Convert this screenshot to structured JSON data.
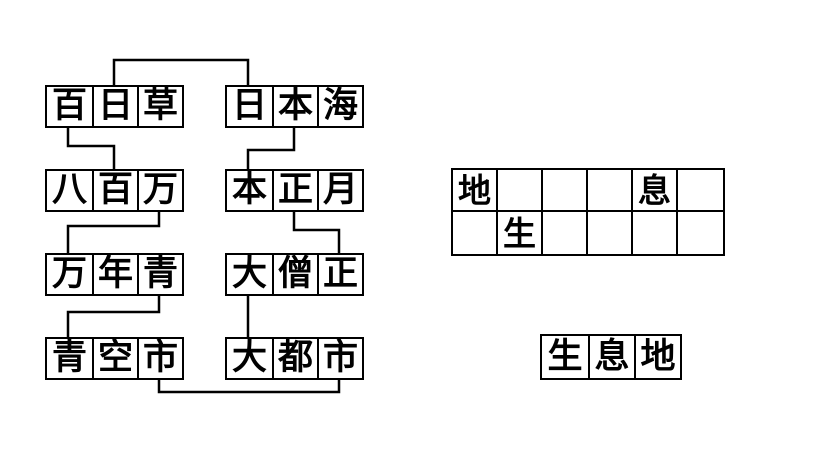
{
  "puzzle": {
    "left_diagram": {
      "words": [
        {
          "position": "row1-left",
          "chars": [
            "百",
            "日",
            "草"
          ]
        },
        {
          "position": "row1-right",
          "chars": [
            "日",
            "本",
            "海"
          ]
        },
        {
          "position": "row2-left",
          "chars": [
            "八",
            "百",
            "万"
          ]
        },
        {
          "position": "row2-right",
          "chars": [
            "本",
            "正",
            "月"
          ]
        },
        {
          "position": "row3-left",
          "chars": [
            "万",
            "年",
            "青"
          ]
        },
        {
          "position": "row3-right",
          "chars": [
            "大",
            "僧",
            "正"
          ]
        },
        {
          "position": "row4-left",
          "chars": [
            "青",
            "空",
            "市"
          ]
        },
        {
          "position": "row4-right",
          "chars": [
            "大",
            "都",
            "市"
          ]
        }
      ],
      "connections": [
        {
          "from": "row1-left:日",
          "to": "row1-right:日"
        },
        {
          "from": "row1-left:百",
          "to": "row2-left:百"
        },
        {
          "from": "row1-right:本",
          "to": "row2-right:本"
        },
        {
          "from": "row2-left:万",
          "to": "row3-left:万"
        },
        {
          "from": "row2-right:正",
          "to": "row3-right:正"
        },
        {
          "from": "row3-left:青",
          "to": "row4-left:青"
        },
        {
          "from": "row3-right:大",
          "to": "row4-right:大"
        },
        {
          "from": "row4-left:市",
          "to": "row4-right:市"
        }
      ]
    },
    "answer_grid": {
      "rows": 2,
      "cols": 6,
      "cells": [
        [
          "地",
          "",
          "",
          "",
          "息",
          ""
        ],
        [
          "",
          "生",
          "",
          "",
          "",
          ""
        ]
      ]
    },
    "answer_word": {
      "chars": [
        "生",
        "息",
        "地"
      ]
    }
  },
  "colors": {
    "foreground": "#000000",
    "background": "#ffffff"
  }
}
